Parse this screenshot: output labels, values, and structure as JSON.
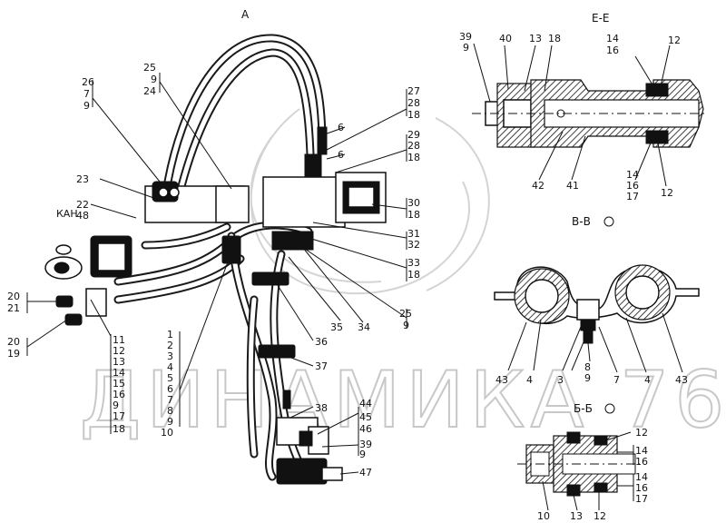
{
  "watermark": "ДИНАМИКА 76",
  "views": {
    "a": "А",
    "ee": "Е-Е",
    "bb": "В-В",
    "bb2": "Б-Б"
  },
  "labels": {
    "l26": "26",
    "l7a": "7",
    "l9a": "9",
    "l25a": "25",
    "l9b": "9",
    "l24": "24",
    "l23": "23",
    "l22": "22",
    "l48a": "48",
    "lkan": "КАН",
    "l27": "27",
    "l28a": "28",
    "l18a": "18",
    "l6a": "6",
    "l6b": "6",
    "l29": "29",
    "l28b": "28",
    "l18b": "18",
    "l30": "30",
    "l18c": "18",
    "l31": "31",
    "l32": "32",
    "l33": "33",
    "l18d": "18",
    "l25b": "25",
    "l9c": "9",
    "l20a": "20",
    "l21": "21",
    "l20b": "20",
    "l19": "19",
    "c11": "11",
    "c12": "12",
    "c13": "13",
    "c14": "14",
    "c15": "15",
    "c16": "16",
    "c9": "9",
    "c17": "17",
    "c18": "18",
    "d1": "1",
    "d2": "2",
    "d3": "3",
    "d4": "4",
    "d5": "5",
    "d6": "6",
    "d7": "7",
    "d8": "8",
    "d9": "9",
    "d10": "10",
    "l35": "35",
    "l34": "34",
    "l36": "36",
    "l37": "37",
    "l38": "38",
    "l44": "44",
    "l45": "45",
    "l46": "46",
    "l39b": "39",
    "l9d": "9",
    "l47": "47",
    "e39": "39",
    "e9": "9",
    "e40": "40",
    "e13": "13",
    "e18": "18",
    "e14": "14",
    "e16": "16",
    "e12a": "12",
    "e42": "42",
    "e41": "41",
    "e14b": "14",
    "e16b": "16",
    "e17": "17",
    "e12b": "12",
    "b43a": "43",
    "b4a": "4",
    "b3": "3",
    "b8": "8",
    "b9": "9",
    "b7": "7",
    "b4b": "4",
    "b43b": "43",
    "s12": "12",
    "s14": "14",
    "s16": "16",
    "s14b": "14",
    "s16b": "16",
    "s17": "17",
    "s10": "10",
    "s13": "13",
    "s12b": "12"
  }
}
